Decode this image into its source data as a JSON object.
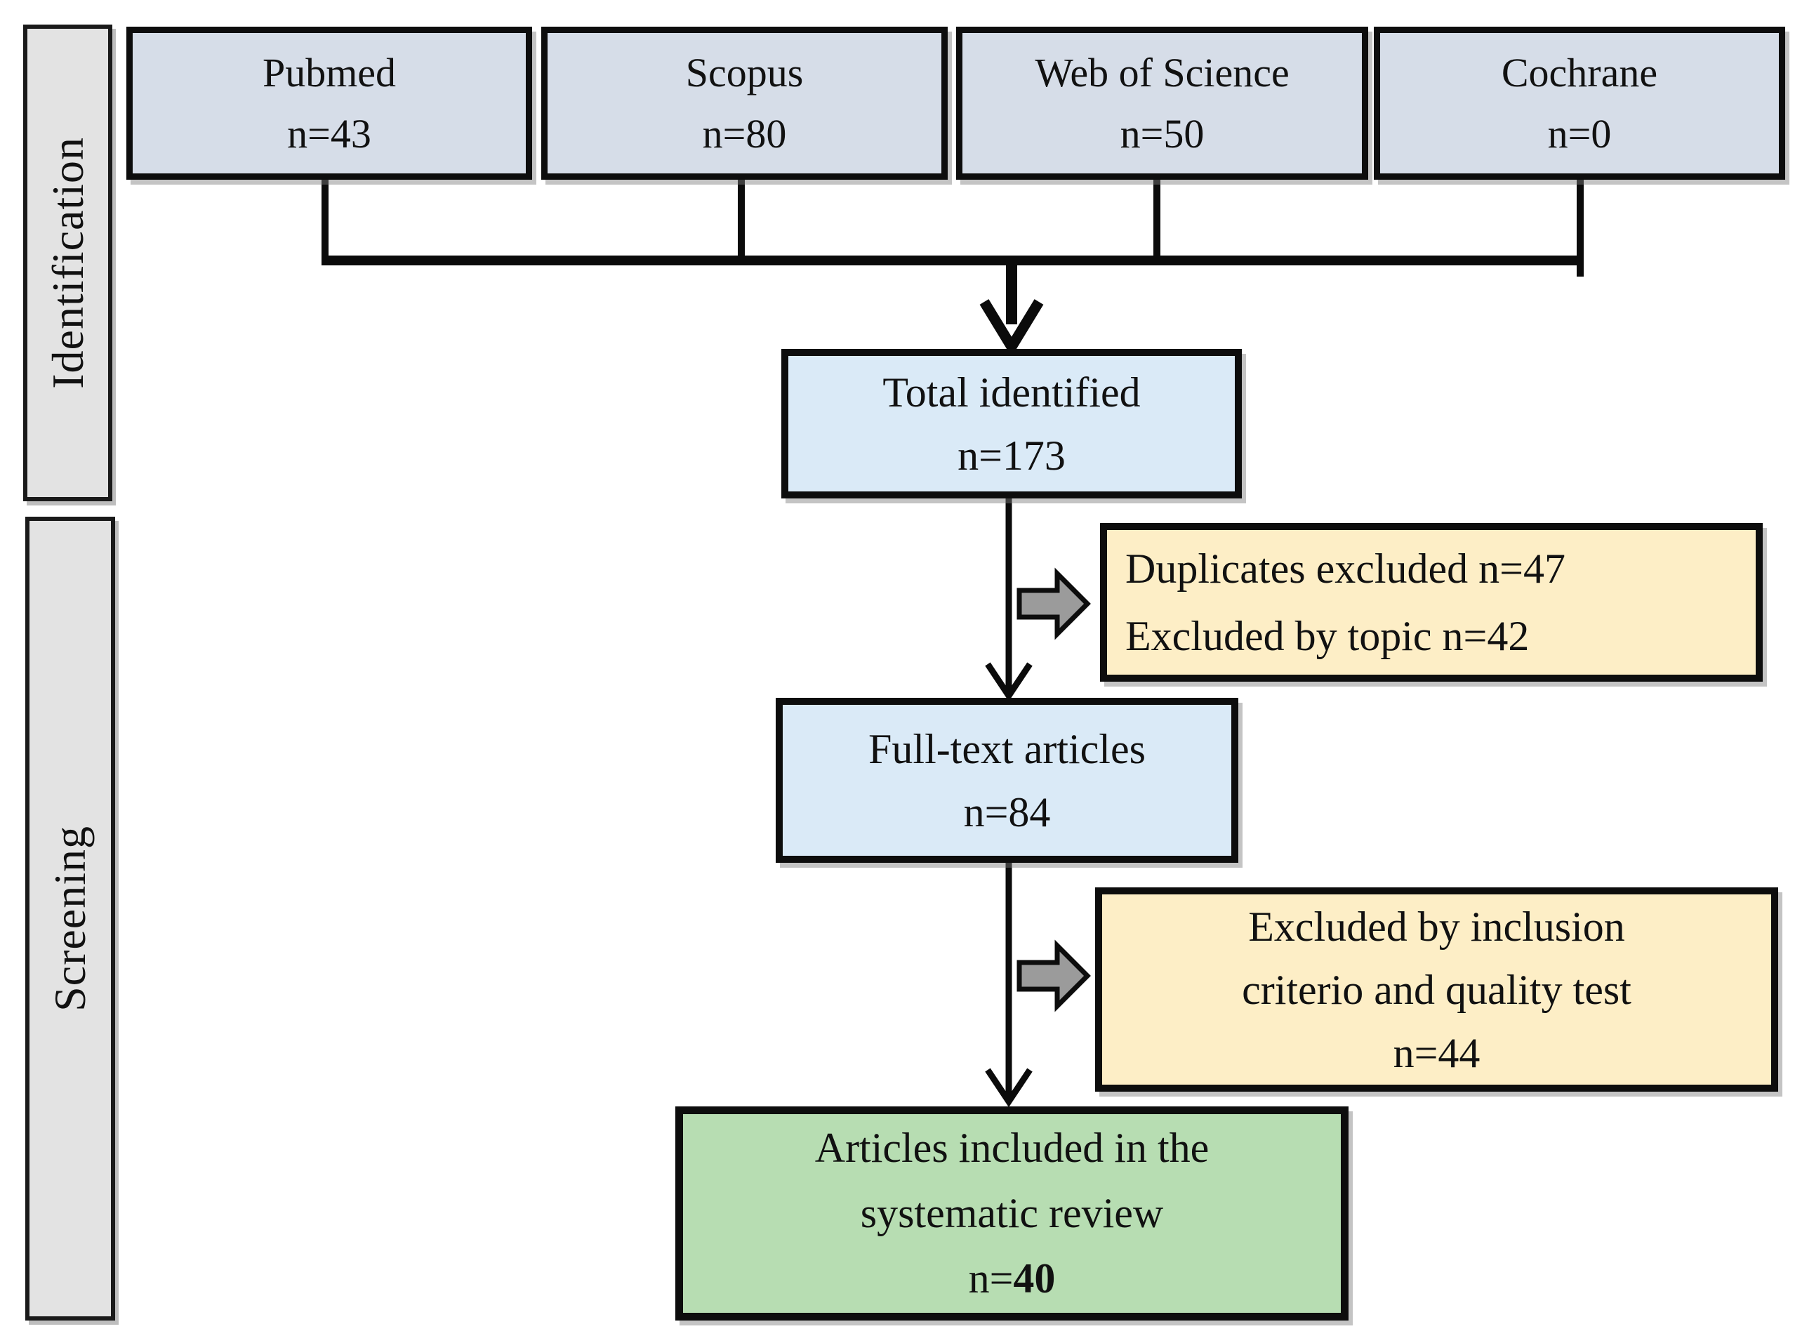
{
  "diagram": {
    "stages": [
      {
        "label": "Identification"
      },
      {
        "label": "Screening"
      }
    ],
    "sources": [
      {
        "name": "Pubmed",
        "count": "n=43"
      },
      {
        "name": "Scopus",
        "count": "n=80"
      },
      {
        "name": "Web of Science",
        "count": "n=50"
      },
      {
        "name": "Cochrane",
        "count": "n=0"
      }
    ],
    "total_identified": {
      "title": "Total identified",
      "count": "n=173"
    },
    "duplicates_excluded": {
      "line1": "Duplicates excluded n=47",
      "line2": "Excluded by topic n=42"
    },
    "full_text": {
      "title": "Full-text articles",
      "count": "n=84"
    },
    "excluded_inclusion": {
      "line1": "Excluded by inclusion",
      "line2": "criterio and quality test",
      "line3": "n=44"
    },
    "included": {
      "line1": "Articles included in the",
      "line2": "systematic review",
      "count_prefix": "n=",
      "count": "40"
    },
    "colors": {
      "source_fill": "#d6dde8",
      "info_fill": "#daeaf7",
      "excluded_fill": "#fdeec6",
      "included_fill": "#b7ddb2",
      "stage_fill": "#e3e3e3",
      "line": "#0b0b0b",
      "block_arrow_fill": "#9b9b9b"
    }
  }
}
